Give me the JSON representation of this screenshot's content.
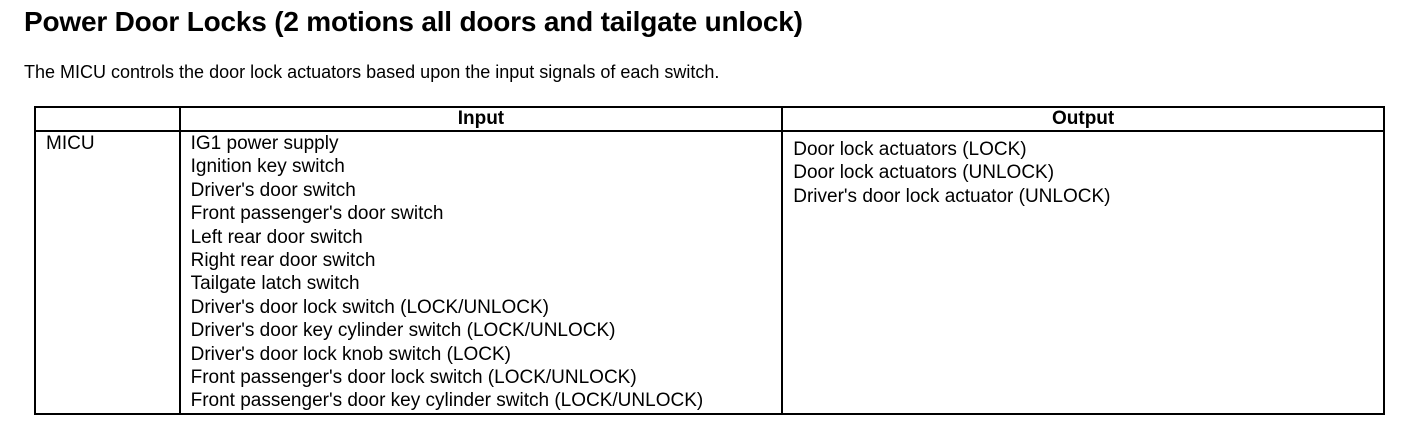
{
  "title": "Power Door Locks (2 motions all doors and tailgate unlock)",
  "intro": "The MICU controls the door lock actuators based upon the input signals of each switch.",
  "table": {
    "headers": {
      "unit": "",
      "input": "Input",
      "output": "Output"
    },
    "row": {
      "unit": "MICU",
      "inputs": [
        "IG1 power supply",
        "Ignition key switch",
        "Driver's door switch",
        "Front passenger's door switch",
        "Left rear door switch",
        "Right rear door switch",
        "Tailgate latch switch",
        "Driver's door lock switch (LOCK/UNLOCK)",
        "Driver's door key cylinder switch (LOCK/UNLOCK)",
        "Driver's door lock knob switch (LOCK)",
        "Front passenger's door lock switch (LOCK/UNLOCK)",
        "Front passenger's door key cylinder switch (LOCK/UNLOCK)"
      ],
      "outputs": [
        "Door lock actuators (LOCK)",
        "Door lock actuators (UNLOCK)",
        "Driver's door lock actuator (UNLOCK)"
      ]
    }
  }
}
